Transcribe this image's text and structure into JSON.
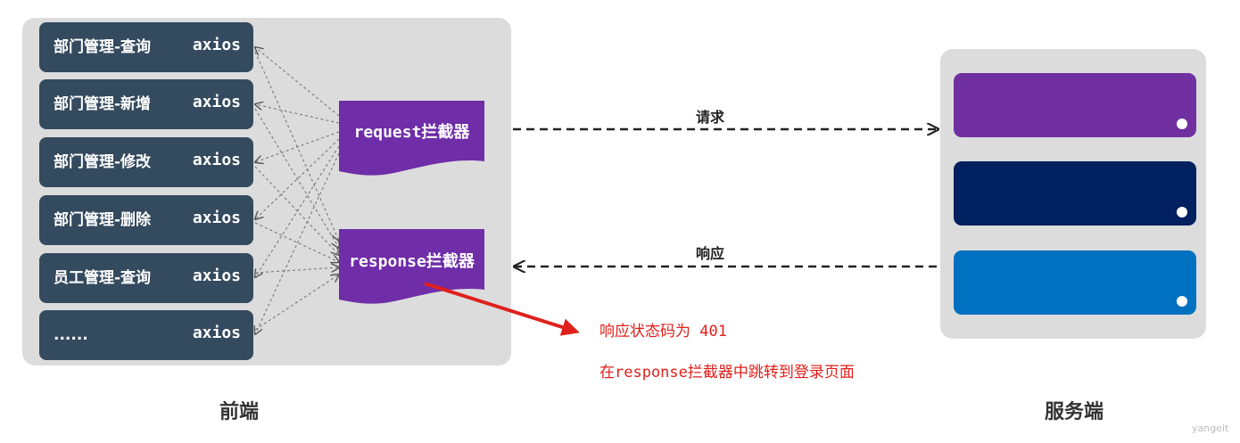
{
  "modules": [
    {
      "label": "部门管理-查询",
      "axios": "axios"
    },
    {
      "label": "部门管理-新增",
      "axios": "axios"
    },
    {
      "label": "部门管理-修改",
      "axios": "axios"
    },
    {
      "label": "部门管理-删除",
      "axios": "axios"
    },
    {
      "label": "员工管理-查询",
      "axios": "axios"
    },
    {
      "label": "......",
      "axios": "axios"
    }
  ],
  "interceptors": {
    "request": "request拦截器",
    "response": "response拦截器",
    "color": "#6f2da8"
  },
  "arrows": {
    "request_label": "请求",
    "response_label": "响应"
  },
  "notes": {
    "status": "响应状态码为 401",
    "redirect": "在response拦截器中跳转到登录页面"
  },
  "captions": {
    "frontend": "前端",
    "backend": "服务端"
  },
  "server_colors": [
    "#7030a0",
    "#002060",
    "#0070c0"
  ],
  "watermark": "yangeit"
}
